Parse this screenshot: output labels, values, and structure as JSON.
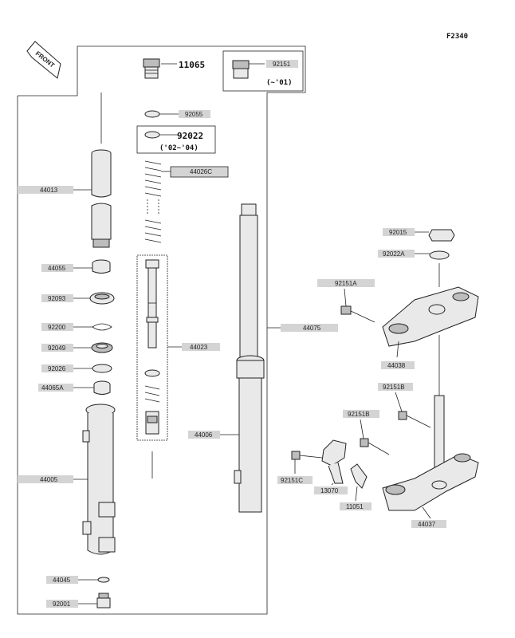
{
  "figure_id": "F2340",
  "front_label": "FRONT",
  "callouts": {
    "p11065": "11065",
    "p92151_top": "92151",
    "note_to01": "(~'01)",
    "p92055": "92055",
    "p92022": "92022",
    "note_02_04": "('02~'04)",
    "p44026c": "44026C",
    "p44013": "44013",
    "p44055": "44055",
    "p92093": "92093",
    "p92200": "92200",
    "p92049": "92049",
    "p92026": "92026",
    "p44065a": "44065A",
    "p44005": "44005",
    "p44045": "44045",
    "p92001": "92001",
    "p44023": "44023",
    "p44006": "44006",
    "p44075": "44075",
    "p92015": "92015",
    "p92022a": "92022A",
    "p92151a": "92151A",
    "p44038": "44038",
    "p92151b_1": "92151B",
    "p92151b_2": "92151B",
    "p92151c": "92151C",
    "p13070": "13070",
    "p11051": "11051",
    "p44037": "44037"
  },
  "colors": {
    "label_box": "#d4d4d4",
    "line": "#222222"
  }
}
